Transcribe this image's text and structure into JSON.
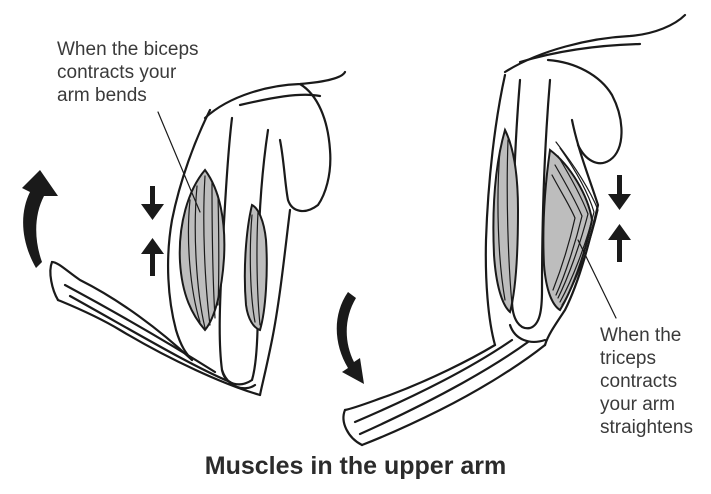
{
  "title": "Muscles in the upper arm",
  "biceps_label": {
    "lines": [
      "When the biceps",
      "contracts your",
      "arm bends"
    ]
  },
  "triceps_label": {
    "lines": [
      "When the",
      "triceps",
      "contracts",
      "your arm",
      "straightens"
    ]
  },
  "colors": {
    "ink": "#1a1a1a",
    "text": "#3a3a3a",
    "muscle_fill": "#bdbdbd"
  },
  "icons": [
    "curved-arrow-icon",
    "arrow-down-icon",
    "arrow-up-icon"
  ]
}
